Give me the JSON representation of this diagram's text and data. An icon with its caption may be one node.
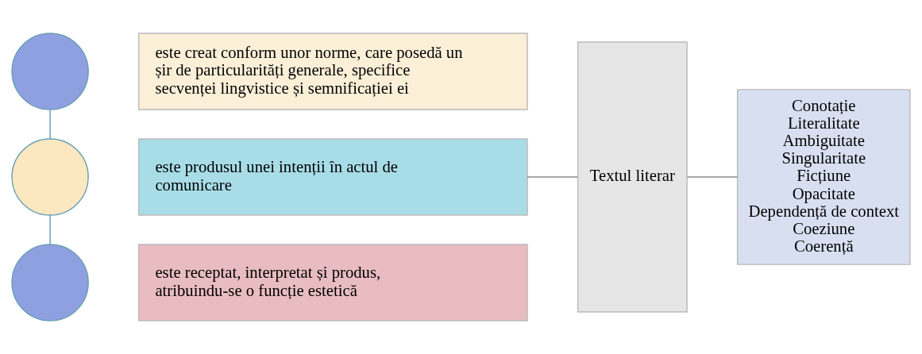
{
  "diagram": {
    "nodes": [
      {
        "text": [],
        "shape": "circle"
      },
      {
        "text": [
          "este creat conform unor norme, care posedă un șir de particularități generale, specifice secvenței lingvistice și semnificației ei"
        ]
      },
      {
        "text": [],
        "shape": "circle"
      },
      {
        "text": [
          "este produsul unei intenții în actul de comunicare"
        ]
      },
      {
        "text": [],
        "shape": "circle"
      },
      {
        "text": [
          "este receptat, interpretat și produs, atribuindu-se o funcție estetică"
        ]
      },
      {
        "text": [
          "Textul literar"
        ]
      },
      {
        "text": [
          "Conotație",
          "Literalitate",
          "Ambiguitate",
          "Singularitate",
          "Ficțiune",
          "Opacitate",
          "Dependență de context",
          "Coeziune",
          "Coerență"
        ]
      }
    ],
    "edges": [
      {
        "from": 0,
        "to": 2,
        "arrow": "none",
        "color": "#6a9fb5"
      },
      {
        "from": 2,
        "to": 4,
        "arrow": "none",
        "color": "#6a9fb5"
      },
      {
        "from": 3,
        "to": 6,
        "arrow": "none"
      },
      {
        "from": 6,
        "to": 7,
        "arrow": "none"
      }
    ]
  }
}
